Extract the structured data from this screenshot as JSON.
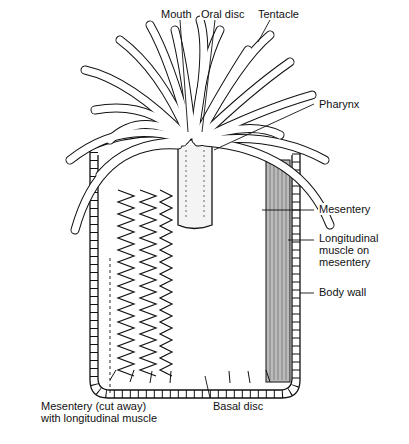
{
  "diagram": {
    "labels": [
      "Mouth",
      "Oral disc",
      "Tentacle",
      "Pharynx",
      "Mesentery",
      "Longitudinal muscle on mesentery",
      "Body wall",
      "Mesentery (cut away) with longitudinal muscle",
      "Basal disc"
    ]
  }
}
